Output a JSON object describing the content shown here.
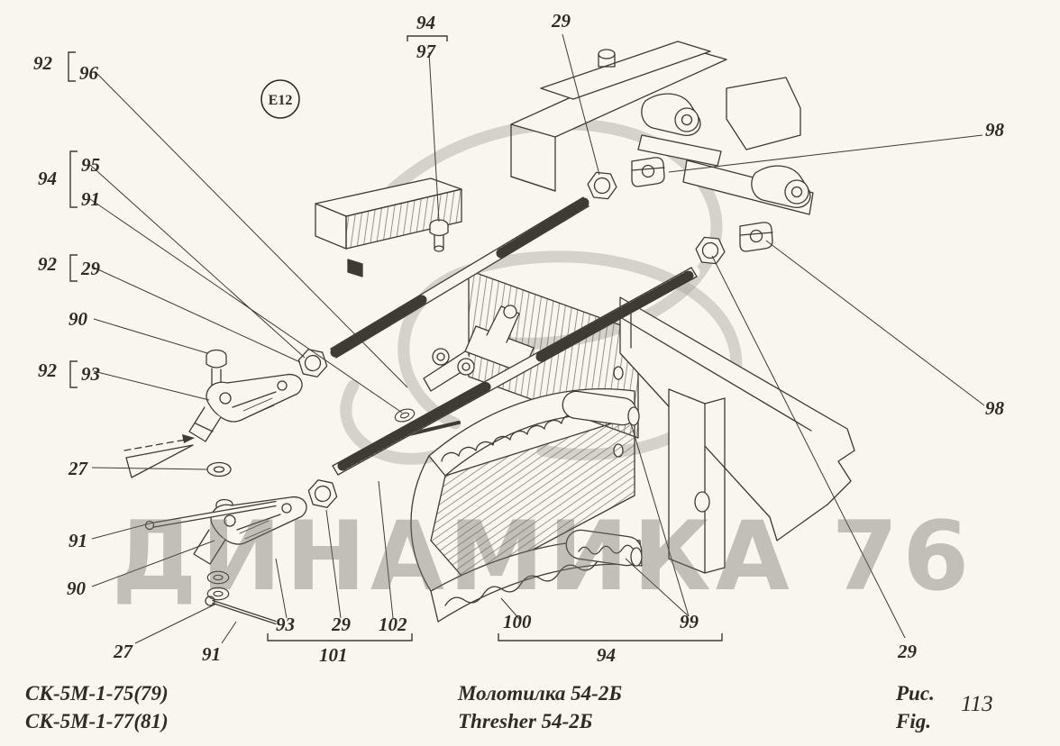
{
  "colors": {
    "paper": "#f8f6ee",
    "ink": "#3d3b33",
    "watermark": "#b4b2aa"
  },
  "marker": {
    "label": "E12"
  },
  "watermark": {
    "text": "ДИНАМИКА 76"
  },
  "callouts": {
    "tl_92": "92",
    "tl_96": "96",
    "top_94": "94",
    "top_97": "97",
    "top_29": "29",
    "right_98_upper": "98",
    "right_98_lower": "98",
    "right_29": "29",
    "left_94": "94",
    "left_95": "95",
    "left_91": "91",
    "left_92_a": "92",
    "left_29": "29",
    "left_90_a": "90",
    "left_92_b": "92",
    "left_93": "93",
    "left_27": "27",
    "left_91_b": "91",
    "left_90_b": "90",
    "bottom_27": "27",
    "bottom_91": "91",
    "row1_93": "93",
    "row1_29": "29",
    "row1_102": "102",
    "row1_101": "101",
    "row2_100": "100",
    "row2_94": "94",
    "row2_99": "99"
  },
  "captions": {
    "model_line1": "СК-5М-1-75(79)",
    "model_line2": "СК-5М-1-77(81)",
    "title_ru": "Молотилка 54-2Б",
    "title_en": "Thresher 54-2Б",
    "figure_ru": "Рис.",
    "figure_en": "Fig.",
    "figure_number": "113"
  }
}
